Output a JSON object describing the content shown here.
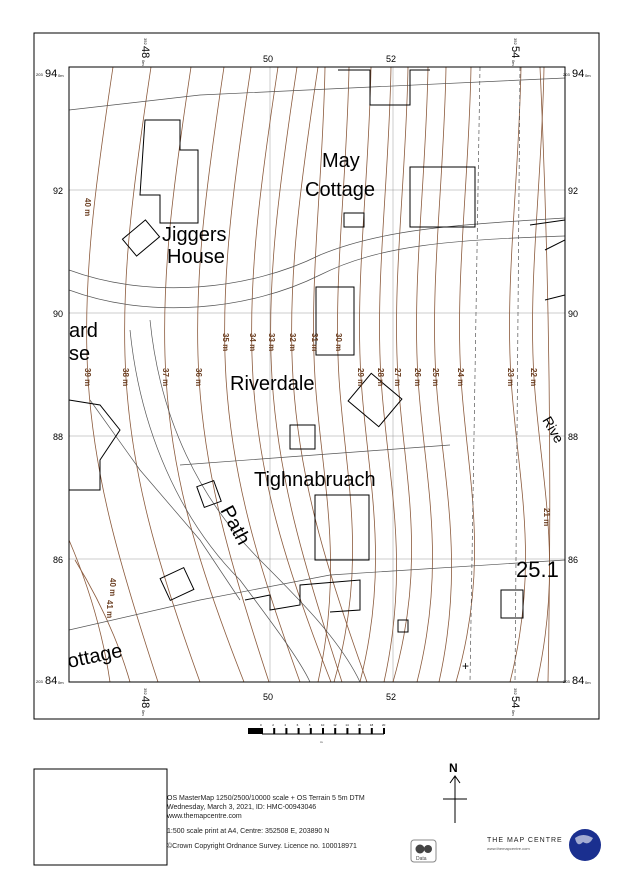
{
  "grid": {
    "top_left": "203",
    "top_left_big": "94",
    "top_left_unit": "0m",
    "x_labels": [
      "50",
      "52"
    ],
    "x_big_labels": [
      {
        "prefix": "352",
        "big": "48",
        "unit": "0m"
      },
      {
        "prefix": "352",
        "big": "54",
        "unit": "0m"
      }
    ],
    "y_labels": [
      "92",
      "90",
      "88",
      "86"
    ],
    "y_end": [
      {
        "prefix": "203",
        "big": "94",
        "unit": "0m"
      },
      {
        "prefix": "203",
        "big": "84",
        "unit": "0m"
      }
    ]
  },
  "places": [
    "May",
    "Cottage",
    "Jiggers",
    "House",
    "ard",
    "se",
    "Riverdale",
    "Tighnabruach",
    "Path",
    "ottage",
    "Rive",
    "25.1"
  ],
  "contours": [
    "40 m",
    "39 m",
    "38 m",
    "37 m",
    "36 m",
    "35 m",
    "34 m",
    "33 m",
    "32 m",
    "31 m",
    "30 m",
    "29 m",
    "28 m",
    "27 m",
    "26 m",
    "25 m",
    "24 m",
    "23 m",
    "22 m",
    "21 m",
    "40 m",
    "41 m"
  ],
  "scale_bar": {
    "ticks": [
      "0",
      "2",
      "4",
      "6",
      "8",
      "10",
      "12",
      "14",
      "16",
      "18",
      "20"
    ],
    "unit": "m"
  },
  "info": {
    "line1": "OS MasterMap 1250/2500/10000 scale + OS Terrain 5 5m DTM",
    "line2": "Wednesday, March 3, 2021, ID: HMC-00943046",
    "line3": "www.themapcentre.com",
    "line4": "1:500 scale print at A4, Centre: 352508 E, 203890 N",
    "line5": "©Crown Copyright Ordnance Survey. Licence no. 100018971"
  },
  "north": "N",
  "os_logo": "Data",
  "brand": {
    "name": "THE MAP CENTRE",
    "url": "www.themapcentre.com"
  },
  "colors": {
    "contour": "#8b5a3c",
    "line": "#000000",
    "globe": "#1a2f8f"
  }
}
